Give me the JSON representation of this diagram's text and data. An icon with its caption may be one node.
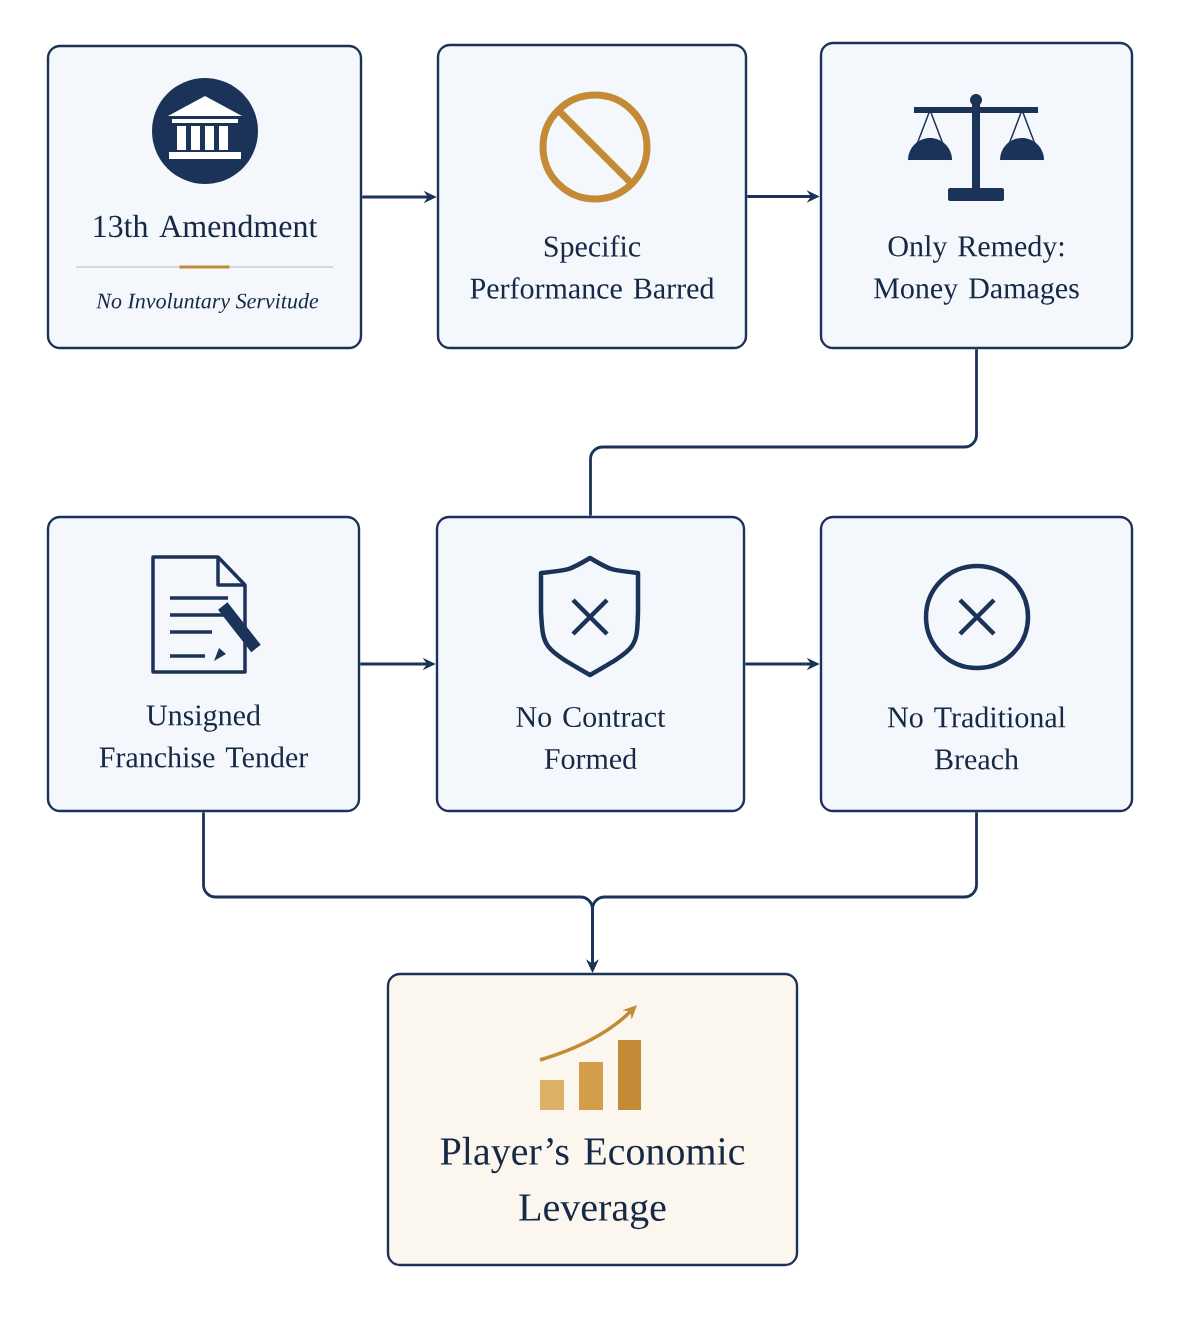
{
  "diagram": {
    "nodes": [
      {
        "text": [
          "13th Amendment",
          "No Involuntary Servitude"
        ]
      },
      {
        "text": [
          "Specific Performance Barred"
        ]
      },
      {
        "text": [
          "Only Remedy: Money Damages"
        ]
      },
      {
        "text": [
          "Unsigned Franchise Tender"
        ]
      },
      {
        "text": [
          "No Contract Formed"
        ]
      },
      {
        "text": [
          "No Traditional Breach"
        ]
      },
      {
        "text": [
          "Player’s Economic Leverage"
        ]
      }
    ],
    "edges": [
      {
        "from": 0,
        "to": 1,
        "arrow": "to"
      },
      {
        "from": 1,
        "to": 2,
        "arrow": "to"
      },
      {
        "from": 2,
        "to": 4,
        "arrow": "none"
      },
      {
        "from": 3,
        "to": 4,
        "arrow": "to"
      },
      {
        "from": 4,
        "to": 5,
        "arrow": "to"
      },
      {
        "from": 3,
        "to": 6,
        "arrow": "to"
      },
      {
        "from": 5,
        "to": 6,
        "arrow": "to"
      }
    ]
  }
}
